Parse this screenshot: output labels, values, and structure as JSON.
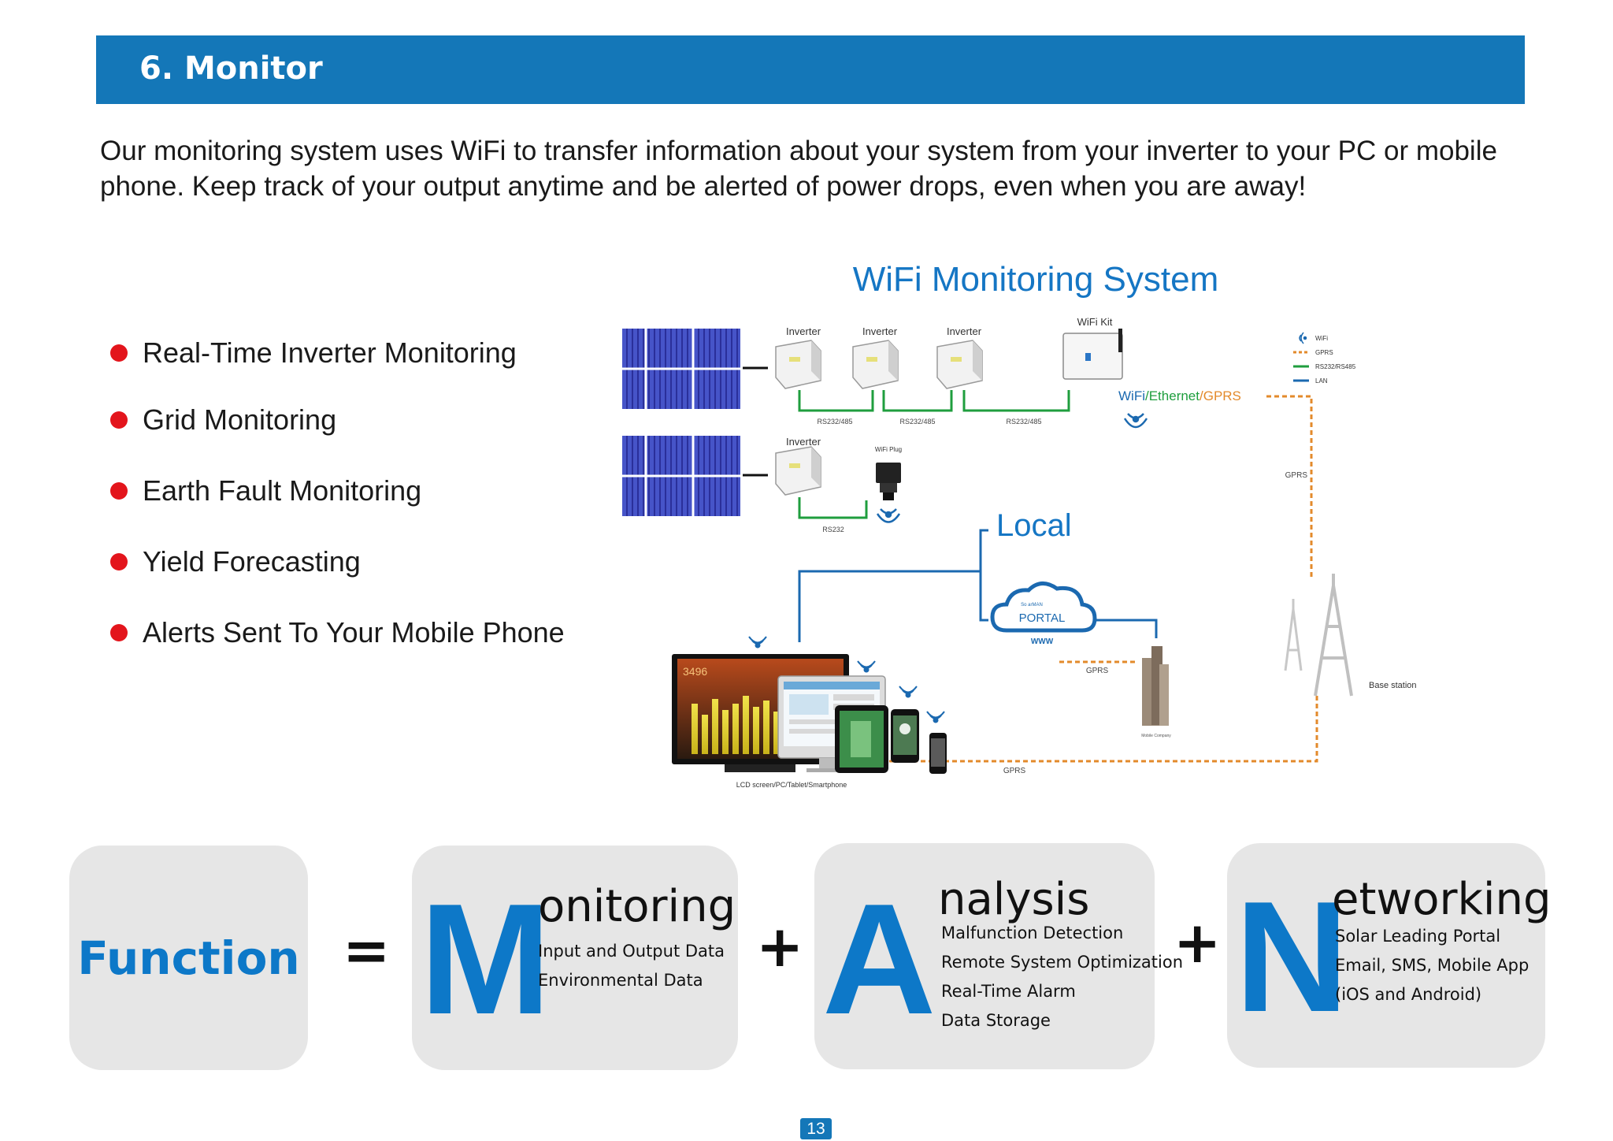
{
  "header": {
    "title": "6. Monitor"
  },
  "intro": {
    "line1": "Our monitoring system uses WiFi to transfer information about your system from your inverter to your PC or mobile",
    "line2": "phone. Keep track of your output anytime and be alerted of power drops, even when you are away!"
  },
  "features": [
    "Real-Time Inverter Monitoring",
    "Grid Monitoring",
    "Earth Fault Monitoring",
    "Yield Forecasting",
    "Alerts Sent To Your Mobile Phone"
  ],
  "diagram": {
    "title": "WiFi Monitoring System",
    "inverter_label": "Inverter",
    "wifi_kit_label": "WiFi Kit",
    "wifi_plug_label": "WiFi Plug",
    "rs232_485": "RS232/485",
    "rs232": "RS232",
    "conn_wifi": "WiFi",
    "conn_sep1": "/",
    "conn_ethernet": "Ethernet",
    "conn_sep2": "/",
    "conn_gprs": "GPRS",
    "legend": [
      "WiFi",
      "GPRS",
      "RS232/RS485",
      "LAN"
    ],
    "gprs_label": "GPRS",
    "local_label": "Local",
    "portal_small": "So arMAN",
    "portal_label": "PORTAL",
    "portal_www": "WWW",
    "screen_value": "3496",
    "mobile_company": "Mobile Company",
    "base_station": "Base station",
    "devices_label": "LCD screen/PC/Tablet/Smartphone"
  },
  "function_row": {
    "function_label": "Function",
    "equals": "=",
    "plus": "+",
    "monitoring": {
      "letter": "M",
      "rest": "onitoring",
      "items": [
        "Input and Output Data",
        "Environmental Data"
      ]
    },
    "analysis": {
      "letter": "A",
      "rest": "nalysis",
      "items": [
        "Malfunction Detection",
        "Remote System Optimization",
        "Real-Time Alarm",
        "Data Storage"
      ]
    },
    "networking": {
      "letter": "N",
      "rest": "etworking",
      "items": [
        "Solar Leading Portal",
        "Email, SMS, Mobile App",
        "(iOS and Android)"
      ]
    }
  },
  "footer": {
    "page_number": "13"
  },
  "colors": {
    "brand_blue": "#1477b8",
    "accent_blue": "#0d78c8",
    "bullet_red": "#e3151c",
    "rs485_green": "#1f9e3e",
    "gprs_orange": "#e38a2b",
    "lan_blue": "#1b69b0"
  }
}
